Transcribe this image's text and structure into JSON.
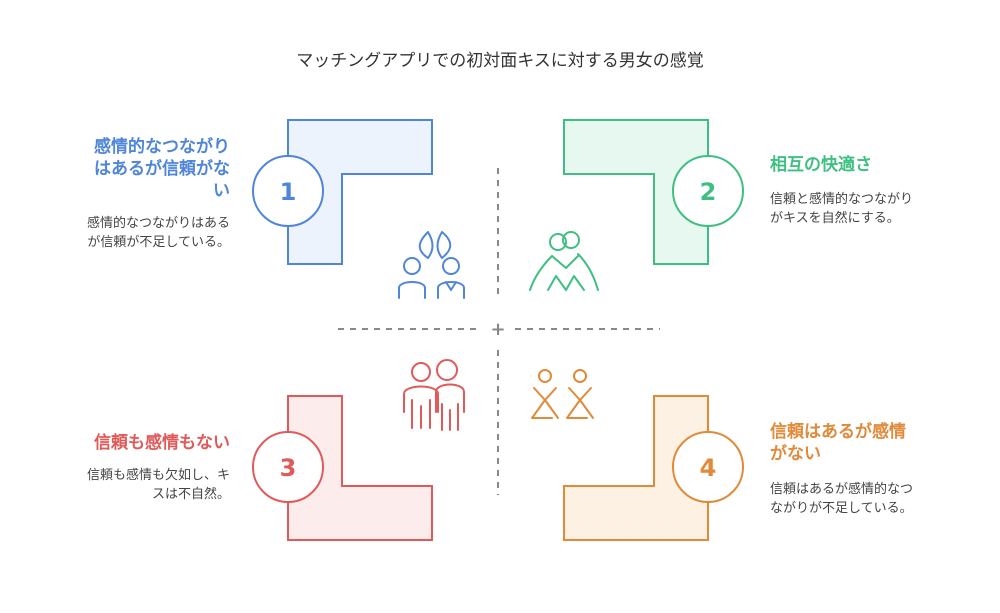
{
  "title": "マッチングアプリでの初対面キスに対する男女の感覚",
  "quadrants": [
    {
      "number": "1",
      "heading_lines": [
        "感情的なつながり",
        "はあるが信頼がな",
        "い"
      ],
      "desc_lines": [
        "感情的なつながりはある",
        "が信頼が不足している。"
      ],
      "color": "#4f86d9",
      "fill": "#edf3fd",
      "icon": "two-people-heartbroken-icon"
    },
    {
      "number": "2",
      "heading_lines": [
        "相互の快適さ"
      ],
      "desc_lines": [
        "信頼と感情的なつながり",
        "がキスを自然にする。"
      ],
      "color": "#3fbf82",
      "fill": "#e6f8ef",
      "icon": "two-people-embracing-icon"
    },
    {
      "number": "3",
      "heading_lines": [
        "信頼も感情もない"
      ],
      "desc_lines": [
        "信頼も感情も欠如し、キ",
        "スは不自然。"
      ],
      "color": "#e05a5a",
      "fill": "#fdecec",
      "icon": "two-people-distant-icon"
    },
    {
      "number": "4",
      "heading_lines": [
        "信頼はあるが感情",
        "がない"
      ],
      "desc_lines": [
        "信頼はあるが感情的なつ",
        "ながりが不足している。"
      ],
      "color": "#e08a3a",
      "fill": "#fdf1e4",
      "icon": "two-people-cheering-icon"
    }
  ]
}
